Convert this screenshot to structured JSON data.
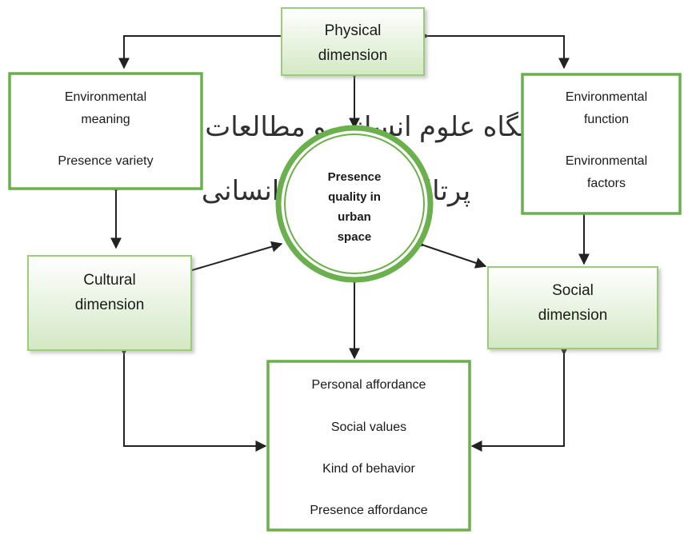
{
  "watermark": {
    "line1": "پژوهشگاه علوم انسانی و مطالعات فرهنگی",
    "line2": "پرتال جامع علوم انسانی"
  },
  "center": {
    "lines": [
      "Presence",
      "quality in",
      "urban",
      "space"
    ]
  },
  "physical": {
    "lines": [
      "Physical",
      "dimension"
    ]
  },
  "cultural": {
    "lines": [
      "Cultural",
      "dimension"
    ]
  },
  "social": {
    "lines": [
      "Social",
      "dimension"
    ]
  },
  "meaning_box": {
    "lines": [
      "Environmental",
      "meaning"
    ],
    "extra": "Presence variety"
  },
  "function_box": {
    "lines": [
      "Environmental",
      "function"
    ],
    "extra_lines": [
      "Environmental",
      "factors"
    ]
  },
  "behavior_box": {
    "items": [
      "Personal affordance",
      "Social values",
      "Kind of behavior",
      "Presence affordance"
    ]
  },
  "colors": {
    "green": "#6ab04c",
    "green_dark": "#5a9a3c",
    "arrow": "#222222"
  }
}
